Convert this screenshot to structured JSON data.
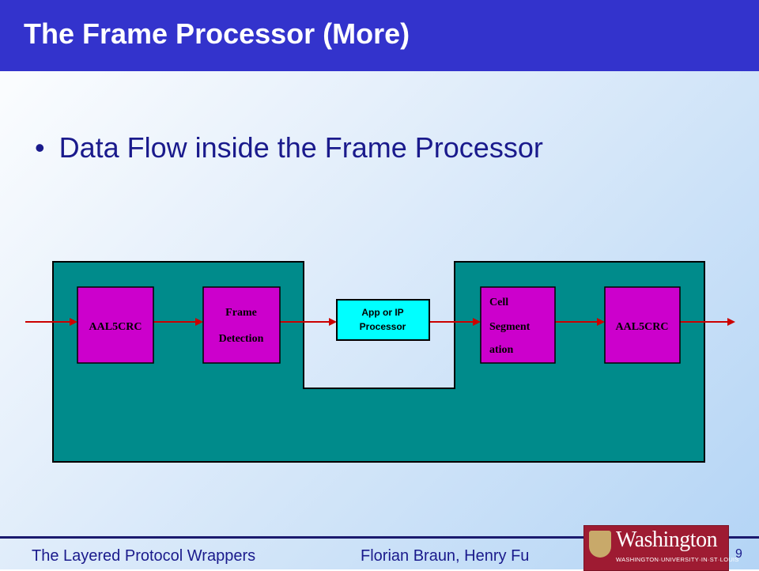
{
  "slide": {
    "title": "The Frame Processor (More)",
    "bullet": "Data Flow inside the Frame Processor"
  },
  "diagram": {
    "container_color": "#008b8b",
    "block_color": "#cc00cc",
    "processor_color": "#00ffff",
    "arrow_color": "#cc0000",
    "blocks": [
      {
        "id": "aal5crc-in",
        "lines": [
          "AAL5CRC"
        ]
      },
      {
        "id": "frame-detection",
        "lines": [
          "Frame",
          "Detection"
        ]
      },
      {
        "id": "app-ip-processor",
        "lines": [
          "App or IP",
          "Processor"
        ]
      },
      {
        "id": "cell-segmentation",
        "lines": [
          "Cell",
          "Segment",
          "ation"
        ]
      },
      {
        "id": "aal5crc-out",
        "lines": [
          "AAL5CRC"
        ]
      }
    ]
  },
  "footer": {
    "left": "The Layered Protocol Wrappers",
    "authors": "Florian Braun, Henry Fu",
    "page": "9"
  },
  "logo": {
    "wordmark": "Washington",
    "subline": "WASHINGTON·UNIVERSITY·IN·ST·LOUIS"
  }
}
